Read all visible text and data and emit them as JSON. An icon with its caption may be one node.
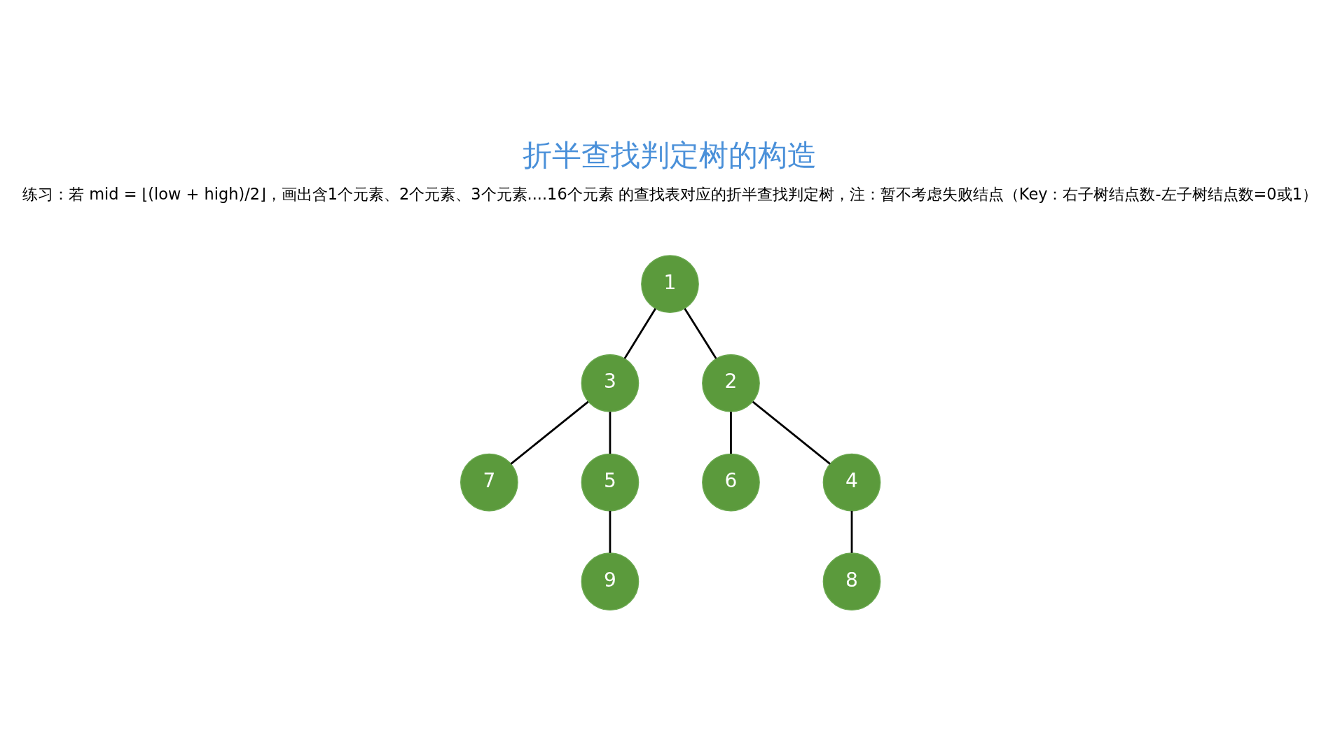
{
  "diagram": {
    "title": "折半查找判定树的构造",
    "nodes": [
      {
        "text": [
          "1"
        ]
      },
      {
        "text": [
          "3"
        ]
      },
      {
        "text": [
          "2"
        ]
      },
      {
        "text": [
          "7"
        ]
      },
      {
        "text": [
          "5"
        ]
      },
      {
        "text": [
          "6"
        ]
      },
      {
        "text": [
          "4"
        ]
      },
      {
        "text": [
          "9"
        ]
      },
      {
        "text": [
          "8"
        ]
      }
    ],
    "edges": [
      {
        "from": 0,
        "to": 1,
        "arrow": "none"
      },
      {
        "from": 0,
        "to": 2,
        "arrow": "none"
      },
      {
        "from": 1,
        "to": 3,
        "arrow": "none"
      },
      {
        "from": 1,
        "to": 4,
        "arrow": "none"
      },
      {
        "from": 2,
        "to": 5,
        "arrow": "none"
      },
      {
        "from": 2,
        "to": 6,
        "arrow": "none"
      },
      {
        "from": 4,
        "to": 7,
        "arrow": "none"
      },
      {
        "from": 6,
        "to": 8,
        "arrow": "none"
      }
    ],
    "labels": [
      "练习：若 mid = ⌊(low + high)/2⌋，画出含1个元素、2个元素、3个元素....16个元素 的查找表对应的折半查找判定树，注：暂不考虑失败结点（Key：右子树结点数-左子树结点数=0或1）"
    ]
  }
}
